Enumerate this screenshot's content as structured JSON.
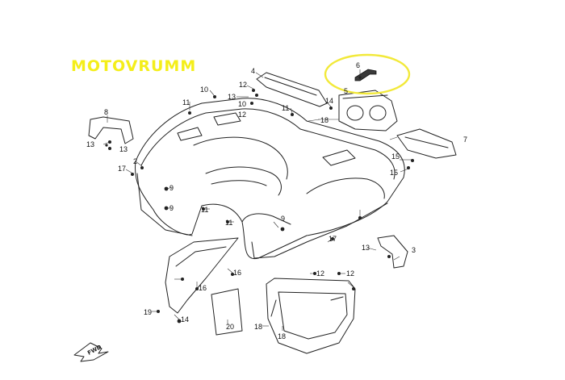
{
  "brand": {
    "text": "MOTOVRUMM",
    "color": "#f4ee1a"
  },
  "highlight_color": "#f2e93a",
  "direction_marker": {
    "text": "FWD"
  },
  "callouts": [
    "6",
    "4",
    "8",
    "11",
    "10",
    "12",
    "13",
    "10",
    "12",
    "11",
    "14",
    "5",
    "18",
    "13",
    "7",
    "2",
    "13",
    "17",
    "15",
    "9",
    "9",
    "11",
    "11",
    "9",
    "15",
    "13",
    "3",
    "16",
    "16",
    "12",
    "12",
    "17",
    "19",
    "14",
    "20",
    "18",
    "18"
  ]
}
